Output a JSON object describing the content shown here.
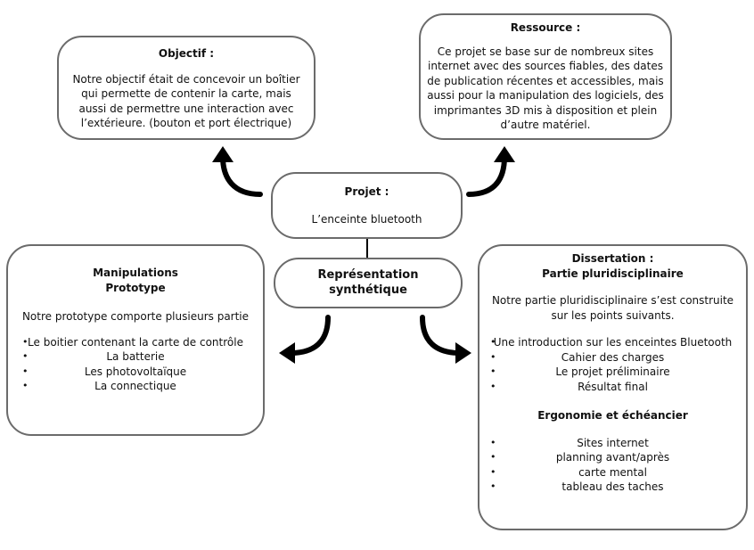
{
  "objectif": {
    "title": "Objectif :",
    "body": "Notre objectif était de concevoir un boîtier qui permette de contenir la carte, mais aussi de permettre une interaction avec l’extérieure. (bouton et port électrique)"
  },
  "ressource": {
    "title": "Ressource :",
    "body": "Ce projet se base sur de nombreux sites internet avec des sources fiables, des dates de publication récentes et accessibles, mais aussi pour la manipulation des logiciels, des imprimantes 3D mis à disposition et plein d’autre matériel."
  },
  "projet": {
    "title": "Projet :",
    "body": "L’enceinte bluetooth"
  },
  "representation": {
    "title": "Représentation synthétique"
  },
  "manipulations": {
    "title_line1": "Manipulations",
    "title_line2": "Prototype",
    "intro": "Notre prototype comporte plusieurs partie",
    "items": [
      "Le boitier contenant la carte de contrôle",
      "La batterie",
      "Les photovoltaïque",
      "La connectique"
    ]
  },
  "dissertation": {
    "title_line1": "Dissertation :",
    "title_line2": "Partie pluridisciplinaire",
    "intro": "Notre partie pluridisciplinaire s’est construite sur les points suivants.",
    "items": [
      "Une introduction sur les enceintes Bluetooth",
      "Cahier des charges",
      "Le projet préliminaire",
      "Résultat final"
    ],
    "section2_title": "Ergonomie et échéancier",
    "items2": [
      "Sites internet",
      "planning avant/après",
      "carte mental",
      "tableau des taches"
    ]
  },
  "colors": {
    "border": "#6b6b6b",
    "arrow": "#000000",
    "text": "#111111"
  }
}
